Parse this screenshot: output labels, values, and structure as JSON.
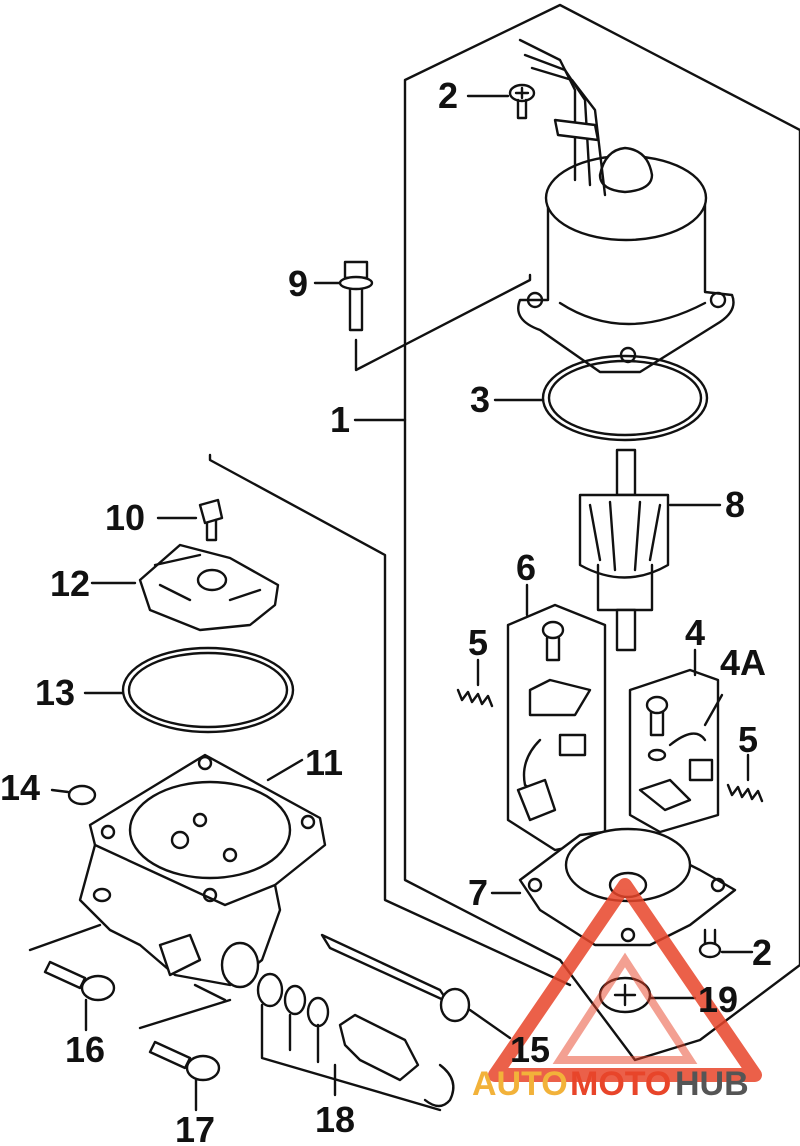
{
  "labels": {
    "l1": "1",
    "l2a": "2",
    "l2b": "2",
    "l3": "3",
    "l4": "4",
    "l4a": "4A",
    "l5a": "5",
    "l5b": "5",
    "l6": "6",
    "l7": "7",
    "l8": "8",
    "l9": "9",
    "l10": "10",
    "l11": "11",
    "l12": "12",
    "l13": "13",
    "l14": "14",
    "l15": "15",
    "l16": "16",
    "l17": "17",
    "l18": "18",
    "l19": "19"
  },
  "watermark": {
    "part1": "AUTO",
    "part2": "MOTO",
    "part3": "HUB",
    "color_primary": "#e8452a",
    "color_accent": "#f2b23a",
    "color_dark": "#555555"
  }
}
